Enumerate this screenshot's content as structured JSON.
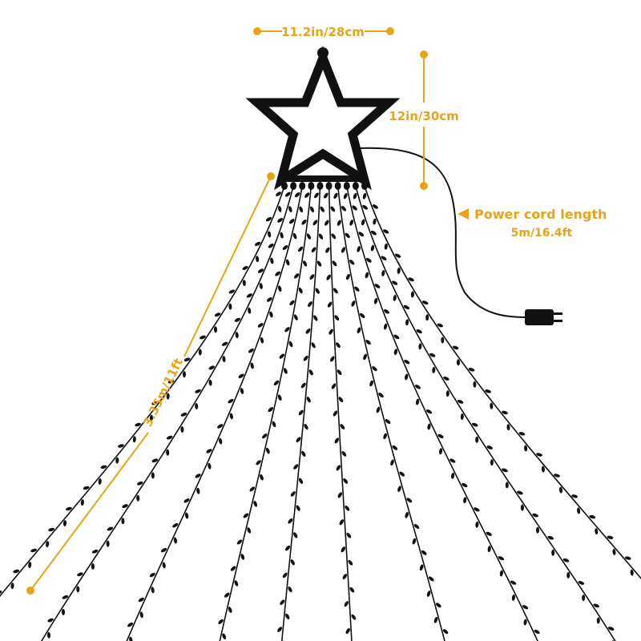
{
  "dimensions": {
    "star_width": "11.2in/28cm",
    "star_height": "12in/30cm",
    "strand_length": "3.35m/11ft"
  },
  "power_cord": {
    "label": "Power cord length",
    "length": "5m/16.4ft"
  },
  "colors": {
    "accent": "#E8A317",
    "line": "#111111",
    "background": "#ffffff"
  },
  "icons": {
    "star": "star-icon",
    "plug": "plug-icon",
    "pointer": "triangle-left-icon"
  }
}
